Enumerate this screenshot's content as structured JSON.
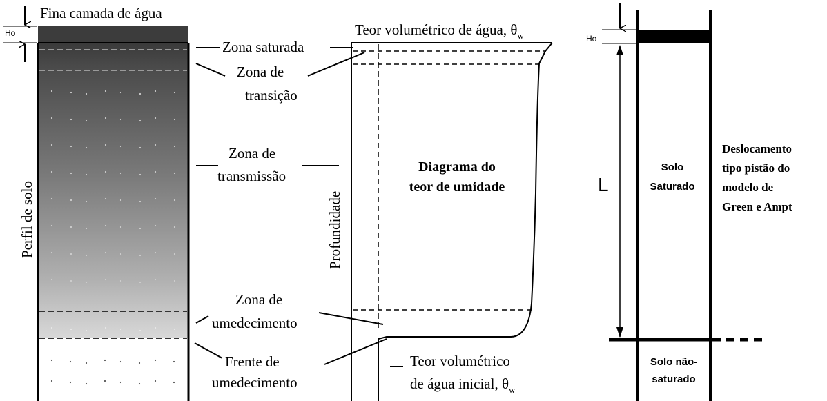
{
  "profile": {
    "water_film_label": "Fina camada de água",
    "ho_label": "Ho",
    "soil_profile_label": "Perfil de solo",
    "zones": {
      "saturated": "Zona saturada",
      "transition_line1": "Zona de",
      "transition_line2": "transição",
      "transmission_line1": "Zona de",
      "transmission_line2": "transmissão",
      "wetting_line1": "Zona de",
      "wetting_line2": "umedecimento",
      "front_line1": "Frente de",
      "front_line2": "umedecimento"
    }
  },
  "moisture_diagram": {
    "theta_axis_label": "Teor volumétrico de água, θ",
    "theta_axis_sub": "w",
    "depth_axis_label": "Profundidade",
    "title_line1": "Diagrama do",
    "title_line2": "teor de umidade",
    "initial_theta_line1": "Teor volumétrico",
    "initial_theta_line2": "de água inicial, θ",
    "initial_theta_sub": "w"
  },
  "green_ampt": {
    "ho_label": "Ho",
    "depth_label": "L",
    "saturated_line1": "Solo",
    "saturated_line2": "Saturado",
    "unsaturated_line1": "Solo não-",
    "unsaturated_line2": "saturado",
    "caption_line1": "Deslocamento",
    "caption_line2": "tipo pistão do",
    "caption_line3": "modelo de",
    "caption_line4": "Green e Ampt"
  }
}
